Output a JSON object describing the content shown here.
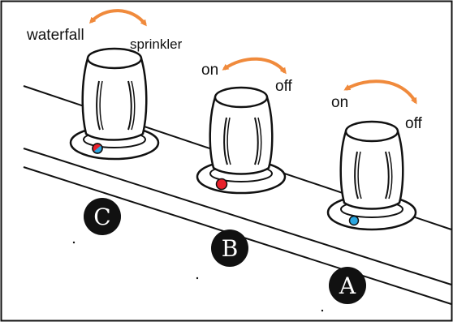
{
  "labels": {
    "knob_c_left": "waterfall",
    "knob_c_right": "sprinkler",
    "knob_b_left": "on",
    "knob_b_right": "off",
    "knob_a_left": "on",
    "knob_a_right": "off"
  },
  "badges": {
    "c": "C",
    "b": "B",
    "a": "A"
  },
  "colors": {
    "arrow": "#f08a3c",
    "indicator_red": "#e8202a",
    "indicator_blue": "#2aa6e0",
    "line": "#111111",
    "badge": "#111111"
  },
  "knobs": [
    {
      "id": "c",
      "indicator": "red-blue"
    },
    {
      "id": "b",
      "indicator": "red"
    },
    {
      "id": "a",
      "indicator": "blue"
    }
  ]
}
